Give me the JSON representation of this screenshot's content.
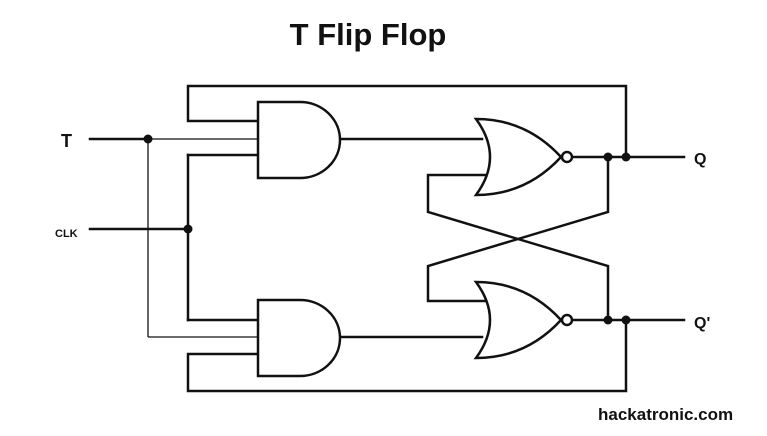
{
  "title": "T Flip Flop",
  "inputs": {
    "t": "T",
    "clk": "CLK"
  },
  "outputs": {
    "q": "Q",
    "q_bar": "Q'"
  },
  "watermark": "hackatronic.com",
  "gates": {
    "and": [
      "and-gate-top",
      "and-gate-bottom"
    ],
    "nor": [
      "nor-gate-top",
      "nor-gate-bottom"
    ]
  }
}
